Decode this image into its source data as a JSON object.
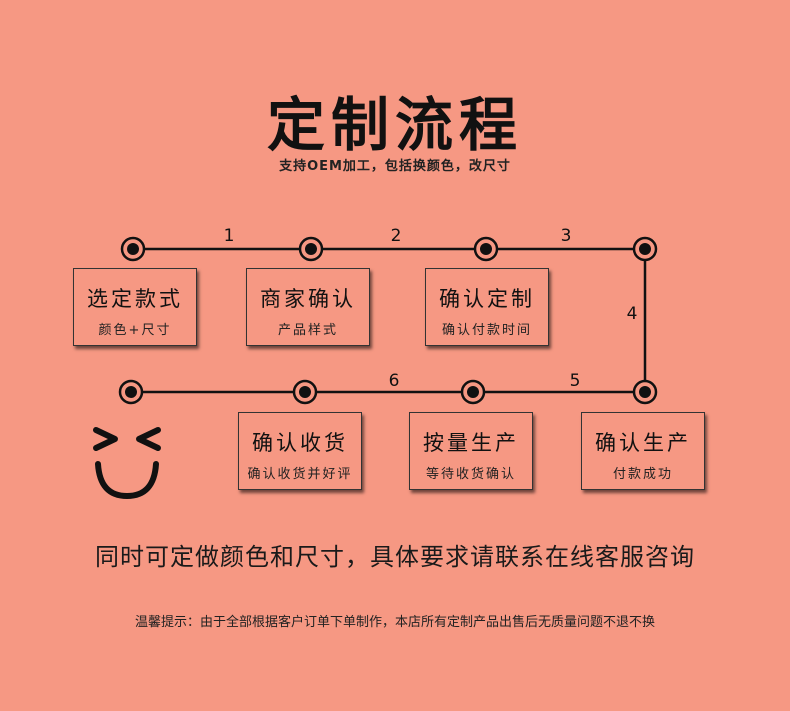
{
  "header": {
    "title": "定制流程",
    "subtitle": "支持OEM加工，包括换颜色，改尺寸"
  },
  "steps": [
    {
      "number": "1",
      "title": "选定款式",
      "subtitle": "颜色+尺寸"
    },
    {
      "number": "2",
      "title": "商家确认",
      "subtitle": "产品样式"
    },
    {
      "number": "3",
      "title": "确认定制",
      "subtitle": "确认付款时间"
    },
    {
      "number": "4",
      "title": "确认生产",
      "subtitle": "付款成功"
    },
    {
      "number": "5",
      "title": "按量生产",
      "subtitle": "等待收货确认"
    },
    {
      "number": "6",
      "title": "确认收货",
      "subtitle": "确认收货并好评"
    }
  ],
  "icons": {
    "flow_node": "circle-dot-icon",
    "face": "smiley-face-icon"
  },
  "footer": {
    "custom_note": "同时可定做颜色和尺寸，具体要求请联系在线客服咨询",
    "tip": "温馨提示：由于全部根据客户订单下单制作，本店所有定制产品出售后无质量问题不退不换"
  },
  "colors": {
    "background": "#f69883",
    "line": "#111111"
  }
}
